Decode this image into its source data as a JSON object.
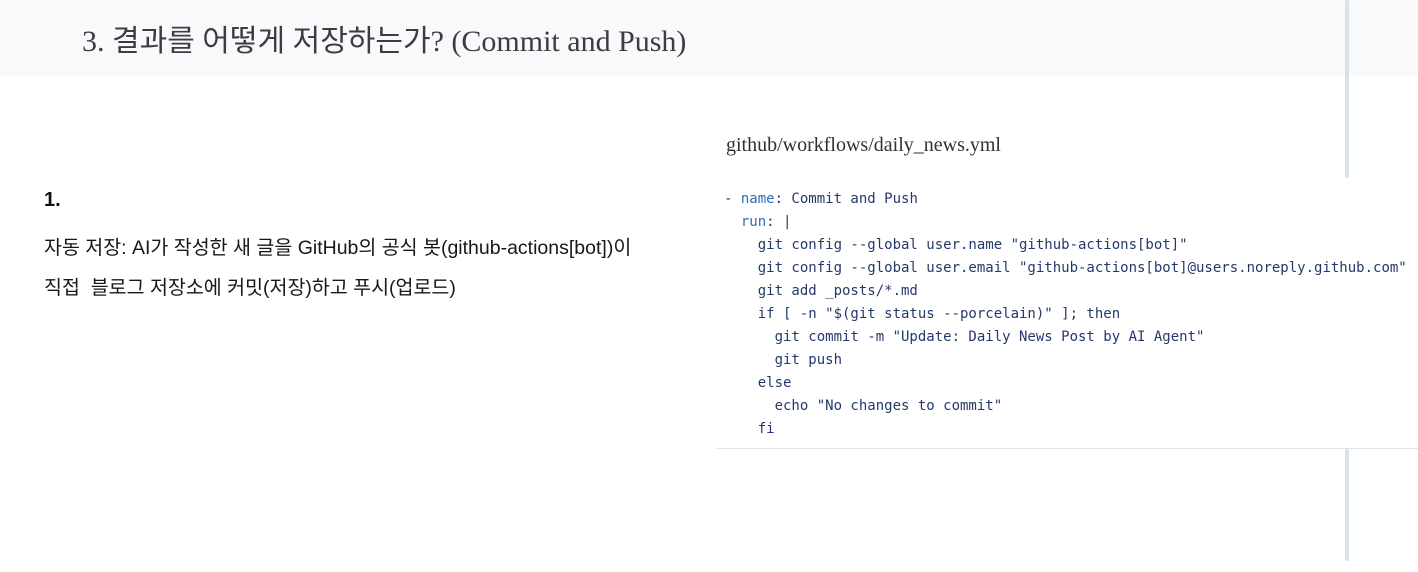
{
  "header": {
    "title": "3. 결과를 어떻게 저장하는가? (Commit and Push)"
  },
  "content": {
    "marker": "1.",
    "lines": [
      "자동 저장: AI가 작성한 새 글을 GitHub의 공식 봇(github-actions[bot])이",
      "직접  블로그 저장소에 커밋(저장)하고 푸시(업로드)"
    ]
  },
  "code_panel": {
    "title": "github/workflows/daily_news.yml",
    "language": "yaml",
    "lines": [
      [
        {
          "t": "- ",
          "c": "p"
        },
        {
          "t": "name",
          "c": "k"
        },
        {
          "t": ": Commit and Push",
          "c": "p"
        }
      ],
      [
        {
          "t": "  ",
          "c": "p"
        },
        {
          "t": "run",
          "c": "k"
        },
        {
          "t": ": |",
          "c": "p"
        }
      ],
      [
        {
          "t": "    git config --global user.name \"github-actions[bot]\"",
          "c": "p"
        }
      ],
      [
        {
          "t": "    git config --global user.email \"github-actions[bot]@users.noreply.github.com\"",
          "c": "p"
        }
      ],
      [
        {
          "t": "    git add _posts/*.md",
          "c": "p"
        }
      ],
      [
        {
          "t": "    if [ -n \"$(git status --porcelain)\" ]; then",
          "c": "p"
        }
      ],
      [
        {
          "t": "      git commit -m \"Update: Daily News Post by AI Agent\"",
          "c": "p"
        }
      ],
      [
        {
          "t": "      git push",
          "c": "p"
        }
      ],
      [
        {
          "t": "    else",
          "c": "p"
        }
      ],
      [
        {
          "t": "      echo \"No changes to commit\"",
          "c": "p"
        }
      ],
      [
        {
          "t": "    fi",
          "c": "p"
        }
      ]
    ]
  },
  "colors": {
    "header_bg": "#f8f9fb",
    "heading_text": "#3c3c41",
    "body_text": "#17171c",
    "code_key_blue": "#2e6db4",
    "code_text_navy": "#24396b",
    "divider": "#e2e6e9",
    "scrollbar": "#d9e2e8"
  }
}
